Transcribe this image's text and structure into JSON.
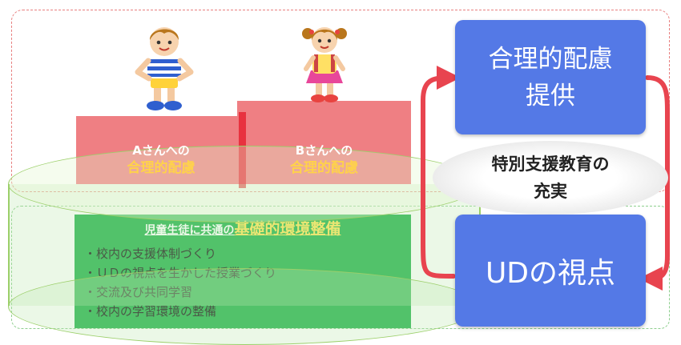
{
  "podium_a": {
    "line1": "Aさんへの",
    "line2": "合理的配慮"
  },
  "podium_b": {
    "line1": "Bさんへの",
    "line2": "合理的配慮"
  },
  "foundation": {
    "title_prefix": "児童生徒に共通の",
    "title_main": "基礎的環境整備",
    "items": [
      "・校内の支援体制づくり",
      "・ＵＤの視点を生かした授業づくり",
      "・交流及び共同学習",
      "・校内の学習環境の整備"
    ]
  },
  "box_top": {
    "line1": "合理的配慮",
    "line2": "提供"
  },
  "box_bottom": {
    "label": "UDの視点"
  },
  "center": {
    "line1": "特別支援教育の",
    "line2": "充実"
  },
  "colors": {
    "podium": "#ef7f83",
    "podium_accent": "#e8323f",
    "foundation": "#24b24c",
    "highlight": "#ffd24a",
    "blue_box": "#5479e6",
    "arrow": "#e8444f",
    "frame_top": "#e87f7f",
    "frame_bottom": "#8fcf8f"
  },
  "icons": [
    "boy-character-icon",
    "girl-character-icon",
    "cycle-arrow-icon"
  ]
}
